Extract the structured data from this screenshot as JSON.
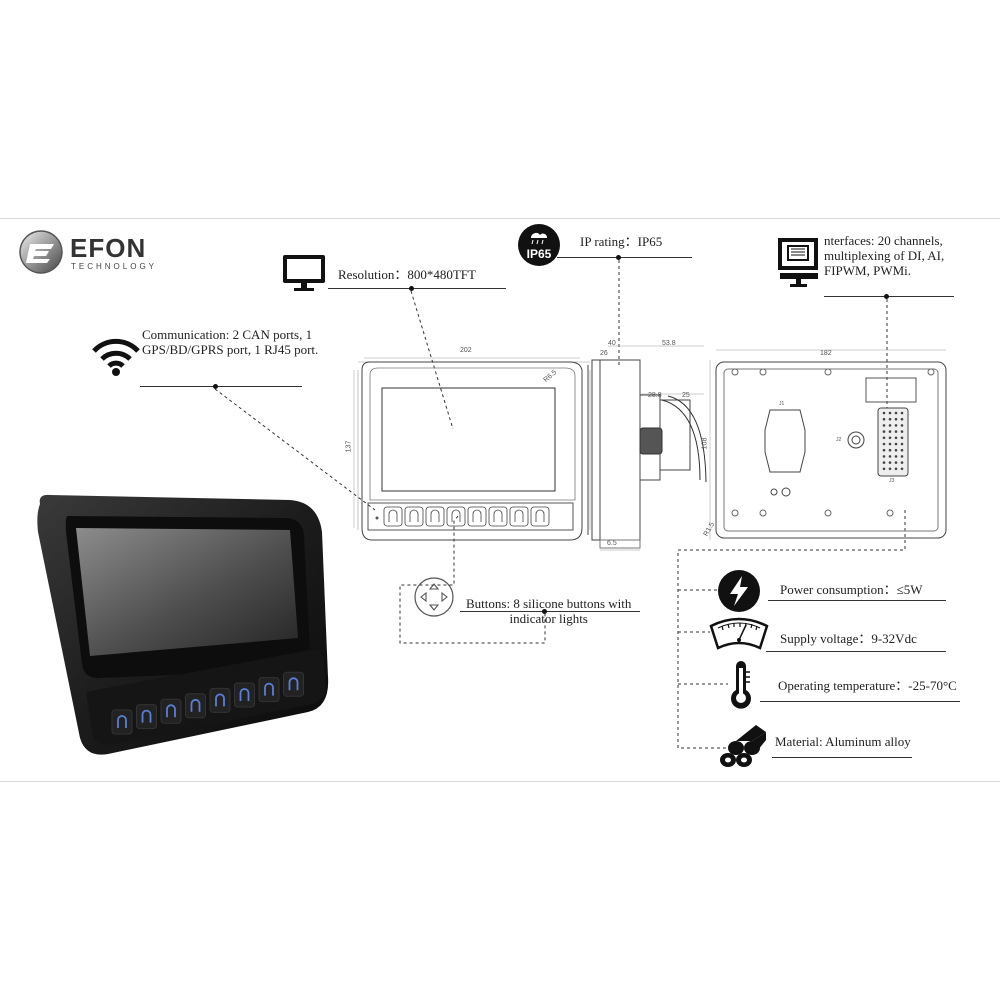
{
  "brand": {
    "name": "EFON",
    "tagline": "TECHNOLOGY"
  },
  "specs": {
    "resolution": "Resolution：800*480TFT",
    "ip_rating": "IP rating：IP65",
    "ip_badge": "IP65",
    "interfaces": [
      "nterfaces: 20 channels,",
      "multiplexing of DI, AI,",
      "FIPWM, PWMi."
    ],
    "communication": [
      "Communication: 2 CAN ports, 1",
      "GPS/BD/GPRS port, 1 RJ45 port."
    ],
    "buttons": [
      "Buttons: 8 silicone buttons with",
      "indicator lights"
    ],
    "power": "Power consumption：≤5W",
    "voltage": "Supply voltage：9-32Vdc",
    "temperature": "Operating temperature：-25-70°C",
    "material": "Material: Aluminum alloy"
  },
  "dimensions": {
    "front_width": "202",
    "front_height": "137",
    "front_radius": "R6.5",
    "side_top": "40",
    "side_depth": "26",
    "side_total": "53.8",
    "side_a": "28.8",
    "side_b": "25",
    "side_height": "108",
    "side_bottom": "6.5",
    "back_width": "182",
    "back_radius": "R1.5",
    "connector_j1": "J1",
    "connector_j2": "J2",
    "connector_j3": "J3"
  },
  "icons": {
    "logo": "efon-logo-icon",
    "ip": "ip65-badge-icon",
    "monitor": "monitor-icon",
    "wifi": "wifi-icon",
    "computer": "computer-interface-icon",
    "dpad": "dpad-icon",
    "lightning": "lightning-icon",
    "gauge": "voltmeter-icon",
    "thermometer": "thermometer-icon",
    "pipes": "metal-pipes-icon"
  }
}
